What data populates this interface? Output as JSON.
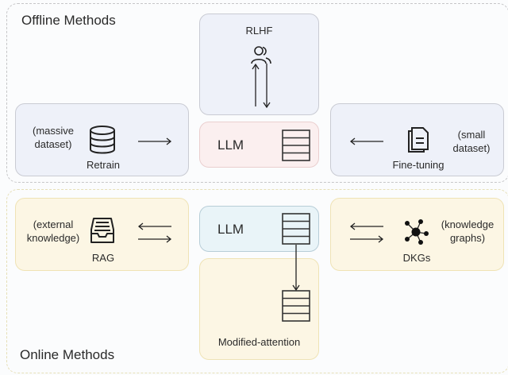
{
  "groups": {
    "offline": {
      "title": "Offline Methods"
    },
    "online": {
      "title": "Online Methods"
    }
  },
  "offline": {
    "rlhf": {
      "title": "RLHF",
      "icon": "users-icon"
    },
    "llm": {
      "label": "LLM",
      "icon": "layers-icon"
    },
    "retrain": {
      "note_line1": "(massive",
      "note_line2": "dataset)",
      "label": "Retrain",
      "icon": "database-icon"
    },
    "finetuning": {
      "note_line1": "(small",
      "note_line2": "dataset)",
      "label": "Fine-tuning",
      "icon": "documents-icon"
    }
  },
  "online": {
    "llm": {
      "label": "LLM",
      "icon": "layers-icon"
    },
    "rag": {
      "note_line1": "(external",
      "note_line2": "knowledge)",
      "label": "RAG",
      "icon": "inbox-tray-icon"
    },
    "dkgs": {
      "note_line1": "(knowledge",
      "note_line2": "graphs)",
      "label": "DKGs",
      "icon": "graph-network-icon"
    },
    "modified_attention": {
      "label": "Modified-attention",
      "icon": "layers-icon"
    }
  },
  "colors": {
    "offline_box": "#eef1f9",
    "offline_llm": "#fbefef",
    "online_llm": "#e9f4f8",
    "online_box": "#fcf6e4"
  }
}
